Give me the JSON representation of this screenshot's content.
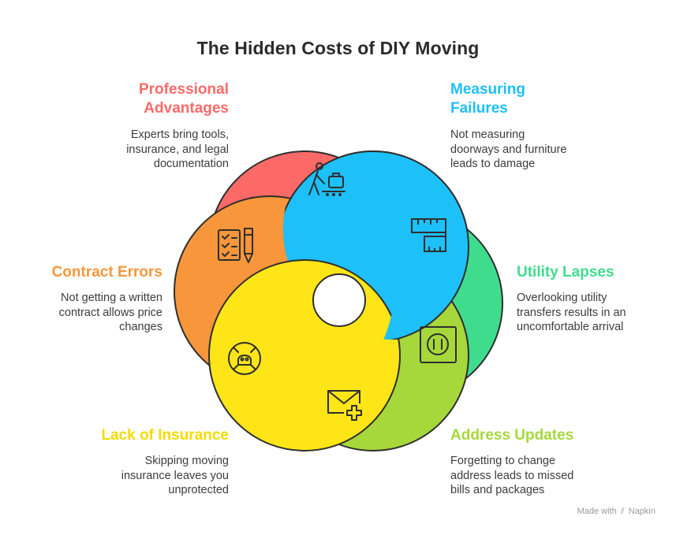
{
  "title": "The Hidden Costs of DIY Moving",
  "colors": {
    "professional": "#fb6a67",
    "measuring": "#1ec0f9",
    "utility": "#40dc8e",
    "address": "#a6d83b",
    "insurance": "#fde518",
    "contract": "#f7963a",
    "outline": "#2e2e2e"
  },
  "items": [
    {
      "key": "professional",
      "heading_line1": "Professional",
      "heading_line2": "Advantages",
      "desc_line1": "Experts bring tools,",
      "desc_line2": "insurance, and legal",
      "desc_line3": "documentation",
      "icon": "worker-luggage-icon"
    },
    {
      "key": "measuring",
      "heading_line1": "Measuring",
      "heading_line2": "Failures",
      "desc_line1": "Not measuring",
      "desc_line2": "doorways and furniture",
      "desc_line3": "leads to damage",
      "icon": "measuring-tape-icon"
    },
    {
      "key": "utility",
      "heading_line1": "Utility Lapses",
      "heading_line2": "",
      "desc_line1": "Overlooking utility",
      "desc_line2": "transfers results in an",
      "desc_line3": "uncomfortable arrival",
      "icon": "power-outlet-icon"
    },
    {
      "key": "address",
      "heading_line1": "Address Updates",
      "heading_line2": "",
      "desc_line1": "Forgetting to change",
      "desc_line2": "address leads to missed",
      "desc_line3": "bills and packages",
      "icon": "mail-plus-icon"
    },
    {
      "key": "insurance",
      "heading_line1": "Lack of Insurance",
      "heading_line2": "",
      "desc_line1": "Skipping moving",
      "desc_line2": "insurance leaves you",
      "desc_line3": "unprotected",
      "icon": "skull-danger-icon"
    },
    {
      "key": "contract",
      "heading_line1": "Contract Errors",
      "heading_line2": "",
      "desc_line1": "Not getting a written",
      "desc_line2": "contract allows price",
      "desc_line3": "changes",
      "icon": "checklist-pen-icon"
    }
  ],
  "brand": {
    "prefix": "Made with",
    "name": "Napkin"
  }
}
